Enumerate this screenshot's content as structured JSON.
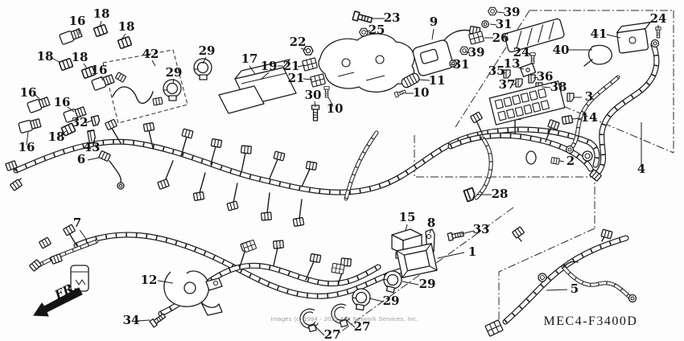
{
  "diagram": {
    "part_code": "MEC4-F3400D",
    "direction_label": "FR.",
    "watermark": "Images (c) 1994 - 2021 ARI Network Services, Inc."
  },
  "callouts": [
    {
      "label": "16"
    },
    {
      "label": "18"
    },
    {
      "label": "18"
    },
    {
      "label": "18"
    },
    {
      "label": "18"
    },
    {
      "label": "16"
    },
    {
      "label": "16"
    },
    {
      "label": "16"
    },
    {
      "label": "18"
    },
    {
      "label": "16"
    },
    {
      "label": "42"
    },
    {
      "label": "29"
    },
    {
      "label": "29"
    },
    {
      "label": "32"
    },
    {
      "label": "43"
    },
    {
      "label": "6"
    },
    {
      "label": "7"
    },
    {
      "label": "12"
    },
    {
      "label": "34"
    },
    {
      "label": "17"
    },
    {
      "label": "19"
    },
    {
      "label": "21"
    },
    {
      "label": "21"
    },
    {
      "label": "22"
    },
    {
      "label": "30"
    },
    {
      "label": "10"
    },
    {
      "label": "23"
    },
    {
      "label": "25"
    },
    {
      "label": "9"
    },
    {
      "label": "11"
    },
    {
      "label": "10"
    },
    {
      "label": "39"
    },
    {
      "label": "31"
    },
    {
      "label": "26"
    },
    {
      "label": "39"
    },
    {
      "label": "31"
    },
    {
      "label": "24"
    },
    {
      "label": "13"
    },
    {
      "label": "35"
    },
    {
      "label": "36"
    },
    {
      "label": "37"
    },
    {
      "label": "38"
    },
    {
      "label": "40"
    },
    {
      "label": "41"
    },
    {
      "label": "24"
    },
    {
      "label": "3"
    },
    {
      "label": "14"
    },
    {
      "label": "2"
    },
    {
      "label": "4"
    },
    {
      "label": "28"
    },
    {
      "label": "15"
    },
    {
      "label": "8"
    },
    {
      "label": "33"
    },
    {
      "label": "1"
    },
    {
      "label": "29"
    },
    {
      "label": "29"
    },
    {
      "label": "27"
    },
    {
      "label": "27"
    },
    {
      "label": "5"
    }
  ]
}
